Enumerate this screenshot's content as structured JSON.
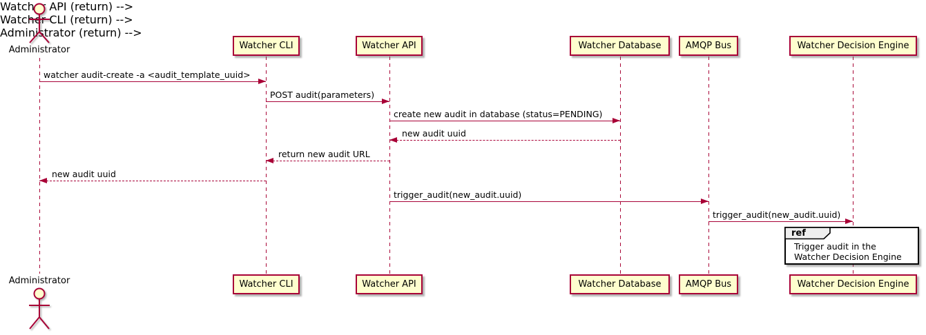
{
  "diagram_type": "uml-sequence",
  "colors": {
    "line_accent": "#A80036",
    "participant_fill": "#FEFECE",
    "participant_border": "#A80036",
    "text": "#000000",
    "ref_border": "#000000",
    "ref_fill": "#FFFFFF",
    "ref_keyword_fill": "#EEEEEE",
    "background": "#FFFFFF"
  },
  "actor": {
    "label": "Administrator"
  },
  "participants": [
    {
      "label": "Watcher CLI"
    },
    {
      "label": "Watcher API"
    },
    {
      "label": "Watcher Database"
    },
    {
      "label": "AMQP Bus"
    },
    {
      "label": "Watcher Decision Engine"
    }
  ],
  "messages": [
    {
      "from": "Administrator",
      "to": "Watcher CLI",
      "style": "solid",
      "label": "watcher audit-create -a <audit_template_uuid>"
    },
    {
      "from": "Watcher CLI",
      "to": "Watcher API",
      "style": "solid",
      "label": "POST audit(parameters)"
    },
    {
      "from": "Watcher API",
      "to": "Watcher Database",
      "style": "solid",
      "label": "create new audit in database (status=PENDING)"
    },
    {
      "from": "Watcher Database",
      "to": "Watcher API",
      "style": "dashed",
      "label": "new audit uuid"
    },
    {
      "from": "Watcher API",
      "to": "Watcher CLI",
      "style": "dashed",
      "label": "return new audit URL"
    },
    {
      "from": "Watcher CLI",
      "to": "Administrator",
      "style": "dashed",
      "label": "new audit uuid"
    },
    {
      "from": "Watcher API",
      "to": "AMQP Bus",
      "style": "solid",
      "label": "trigger_audit(new_audit.uuid)"
    },
    {
      "from": "AMQP Bus",
      "to": "Watcher Decision Engine",
      "style": "solid",
      "label": "trigger_audit(new_audit.uuid)"
    }
  ],
  "ref": {
    "keyword": "ref",
    "over": "Watcher Decision Engine",
    "lines": [
      "Trigger audit in the",
      "Watcher Decision Engine"
    ]
  }
}
